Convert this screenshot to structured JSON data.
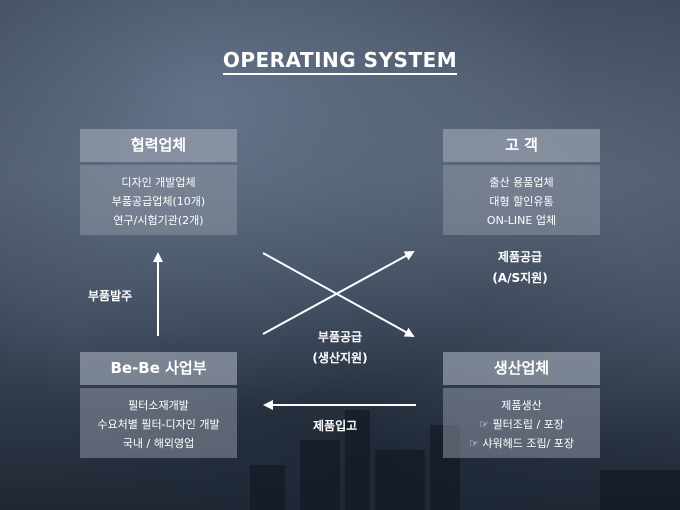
{
  "title": "OPERATING SYSTEM",
  "boxes": {
    "partner": {
      "title": "협력업체",
      "items": [
        "디자인 개발업체",
        "부품공급업체(10개)",
        "연구/시험기관(2개)"
      ]
    },
    "customer": {
      "title": "고  객",
      "items": [
        "출산 용품업체",
        "대형 할인유통",
        "ON-LINE 업체"
      ]
    },
    "bebe": {
      "title": "Be-Be 사업부",
      "items": [
        "필터소재개발",
        "수요처별 필터-디자인 개발",
        "국내 / 해외영업"
      ]
    },
    "manufacturer": {
      "title": "생산업체",
      "items": [
        "제품생산",
        "☞ 필터조립 / 포장",
        "☞ 샤워헤드 조립/ 포장"
      ]
    }
  },
  "labels": {
    "order_parts": "부품발주",
    "product_supply_1": "제품공급",
    "product_supply_2": "(A/S지원)",
    "parts_supply_1": "부품공급",
    "parts_supply_2": "(생산지원)",
    "product_inbound": "제품입고"
  },
  "colors": {
    "box_header": "#969eac",
    "box_body": "#8c94a2",
    "text": "#ffffff"
  }
}
